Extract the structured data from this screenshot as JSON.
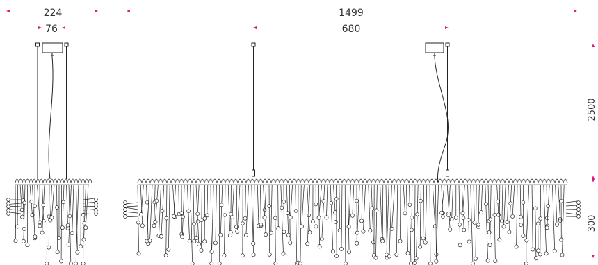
{
  "dimensions": {
    "side_width": "224",
    "side_body_width": "76",
    "front_width": "1499",
    "front_span": "680",
    "drop_height": "2500",
    "body_height": "300"
  },
  "colors": {
    "marker": "#e0157a",
    "line": "#222222",
    "text": "#333333"
  }
}
